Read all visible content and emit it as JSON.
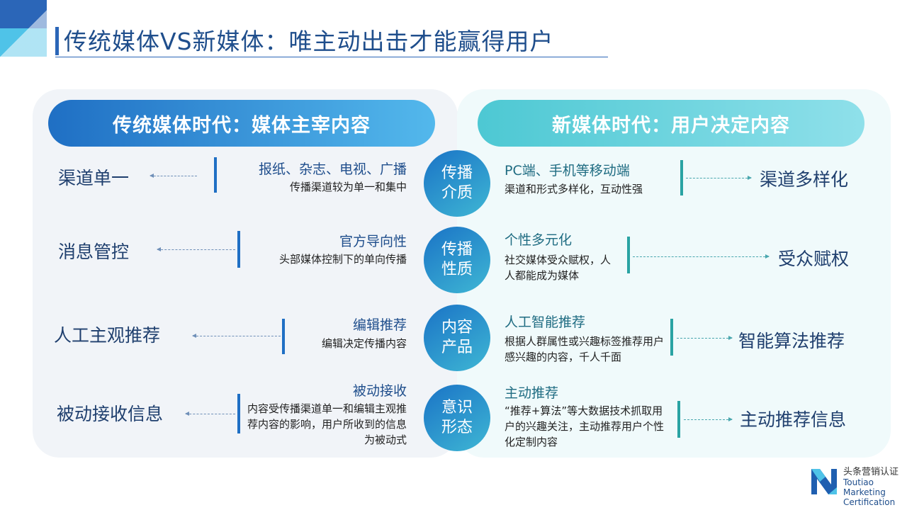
{
  "title": "传统媒体VS新媒体：唯主动出击才能赢得用户",
  "left_header": "传统媒体时代：媒体主宰内容",
  "right_header": "新媒体时代：用户决定内容",
  "rows": [
    {
      "left_title": "渠道单一",
      "left_head": "报纸、杂志、电视、广播",
      "left_desc": "传播渠道较为单一和集中",
      "circle": "传播介质",
      "right_head": "PC端、手机等移动端",
      "right_desc": "渠道和形式多样化，互动性强",
      "right_title": "渠道多样化"
    },
    {
      "left_title": "消息管控",
      "left_head": "官方导向性",
      "left_desc": "头部媒体控制下的单向传播",
      "circle": "传播性质",
      "right_head": "个性多元化",
      "right_desc": "社交媒体受众赋权，人人都能成为媒体",
      "right_title": "受众赋权"
    },
    {
      "left_title": "人工主观推荐",
      "left_head": "编辑推荐",
      "left_desc": "编辑决定传播内容",
      "circle": "内容产品",
      "right_head": "人工智能推荐",
      "right_desc": "根据人群属性或兴趣标签推荐用户感兴趣的内容，千人千面",
      "right_title": "智能算法推荐"
    },
    {
      "left_title": "被动接收信息",
      "left_head": "被动接收",
      "left_desc": "内容受传播渠道单一和编辑主观推荐内容的影响，用户所收到的信息为被动式",
      "circle": "意识形态",
      "right_head": "主动推荐",
      "right_desc": "“推荐+算法”等大数据技术抓取用户的兴趣关注，主动推荐用户个性化定制内容",
      "right_title": "主动推荐信息"
    }
  ],
  "logo": {
    "cn": "头条营销认证",
    "en1": "Toutiao Marketing",
    "en2": "Certification"
  },
  "colors": {
    "primary_blue": "#1f6fc4",
    "light_blue": "#53b8ec",
    "teal": "#4dc8d3"
  }
}
